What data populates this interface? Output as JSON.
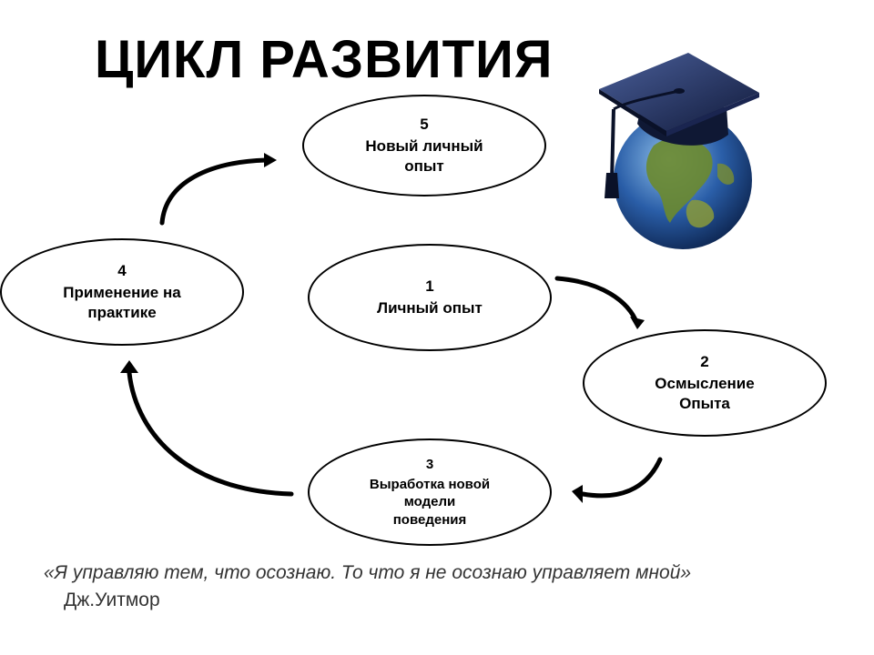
{
  "title": "ЦИКЛ РАЗВИТИЯ",
  "nodes": {
    "n1": {
      "number": "1",
      "lines": [
        "Личный опыт"
      ]
    },
    "n2": {
      "number": "2",
      "lines": [
        "Осмысление",
        "Опыта"
      ]
    },
    "n3": {
      "number": "3",
      "lines": [
        "Выработка новой",
        "модели",
        "поведения"
      ]
    },
    "n4": {
      "number": "4",
      "lines": [
        "Применение на",
        "практике"
      ]
    },
    "n5": {
      "number": "5",
      "lines": [
        "Новый личный",
        "опыт"
      ]
    }
  },
  "quote": {
    "text": "«Я управляю тем, что осознаю. То что я не осознаю управляет мной»",
    "author": "Дж.Уитмор"
  },
  "illustration": {
    "name": "graduation-cap-globe-icon"
  },
  "colors": {
    "ocean": "#2a5ea8",
    "land": "#6b8a2e",
    "cap": "#1c2a5a"
  }
}
